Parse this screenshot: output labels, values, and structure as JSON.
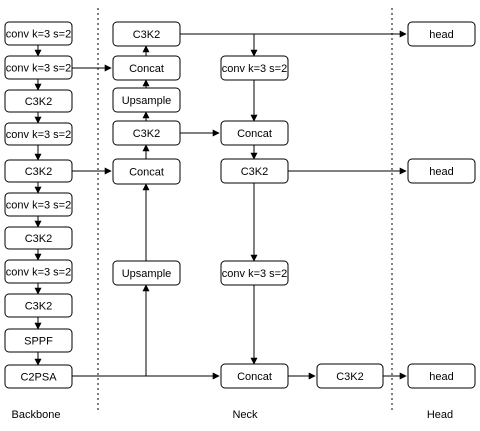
{
  "sections": {
    "backbone": "Backbone",
    "neck": "Neck",
    "head": "Head"
  },
  "backbone": {
    "b1": "conv k=3 s=2",
    "b2": "conv k=3 s=2",
    "b3": "C3K2",
    "b4": "conv k=3 s=2",
    "b5": "C3K2",
    "b6": "conv k=3 s=2",
    "b7": "C3K2",
    "b8": "conv k=3 s=2",
    "b9": "C3K2",
    "b10": "SPPF",
    "b11": "C2PSA"
  },
  "neck": {
    "n1": "C3K2",
    "n2": "Concat",
    "n3": "Upsample",
    "n4": "C3K2",
    "n5": "Concat",
    "n6": "Upsample",
    "n7": "conv k=3 s=2",
    "n8": "Concat",
    "n9": "C3K2",
    "n10": "conv k=3 s=2",
    "n11": "Concat",
    "n12": "C3K2"
  },
  "head": {
    "h1": "head",
    "h2": "head",
    "h3": "head"
  }
}
